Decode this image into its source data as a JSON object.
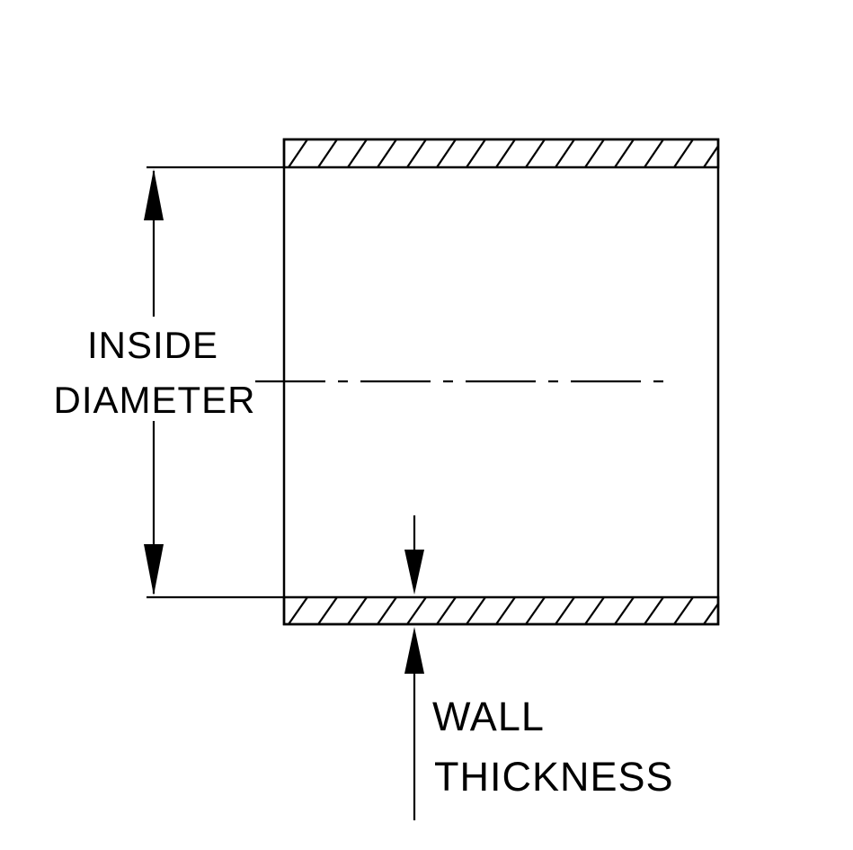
{
  "diagram": {
    "type": "technical-drawing",
    "subject": "tube cross-section with dimension callouts",
    "colors": {
      "line": "#000000",
      "background": "#ffffff"
    },
    "labels": {
      "inside_diameter": {
        "line1": "INSIDE",
        "line2": "DIAMETER"
      },
      "wall_thickness": {
        "line1": "WALL",
        "line2": "THICKNESS"
      }
    }
  }
}
